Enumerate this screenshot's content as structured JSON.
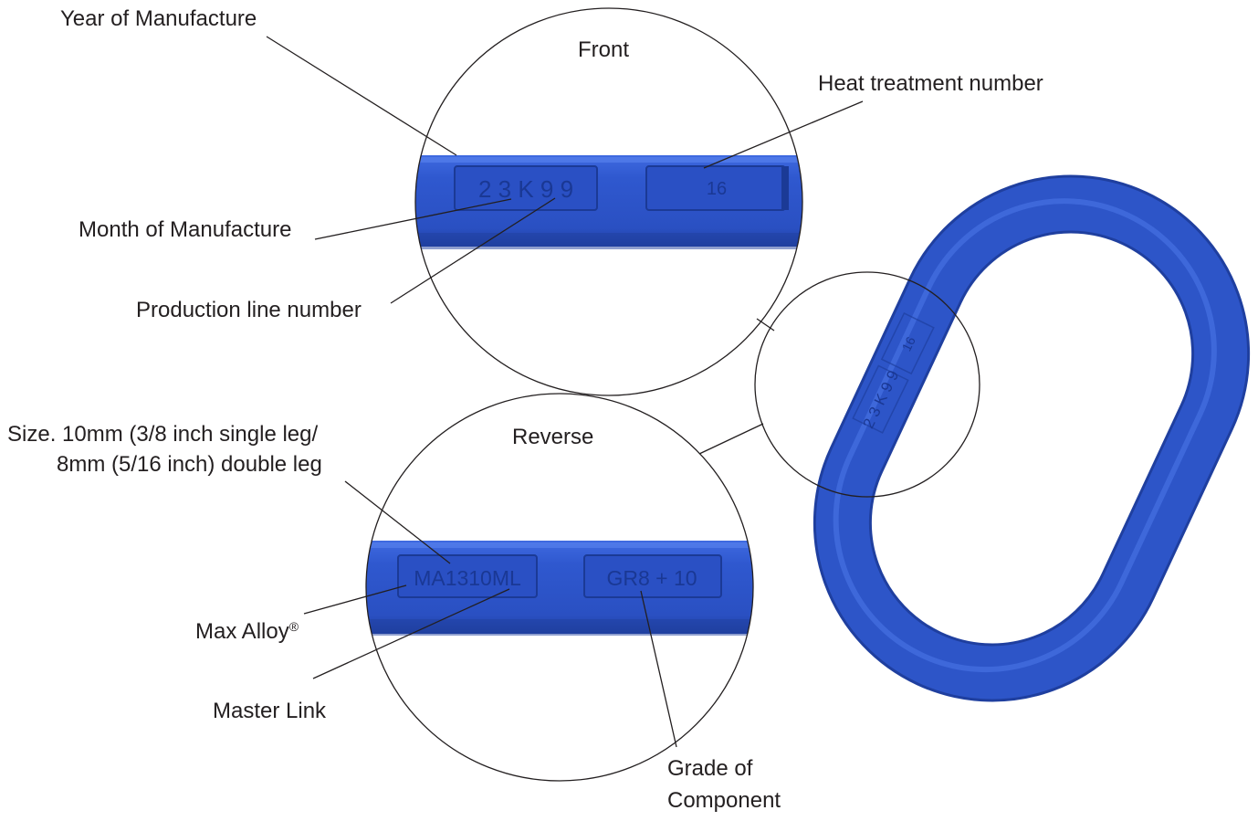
{
  "labels": {
    "year": "Year of Manufacture",
    "front": "Front",
    "heat": "Heat treatment number",
    "month": "Month of Manufacture",
    "production": "Production line number",
    "size_line1": "Size. 10mm (3/8 inch single leg/",
    "size_line2": "8mm (5/16 inch) double leg",
    "reverse": "Reverse",
    "max_alloy": "Max Alloy",
    "max_alloy_mark": "®",
    "master_link": "Master Link",
    "grade_line1": "Grade of",
    "grade_line2": "Component"
  },
  "stamps": {
    "front_code": "2 3 K 9 9",
    "front_heat": "16",
    "reverse_code": "MA1310ML",
    "reverse_grade": "GR8 + 10"
  },
  "colors": {
    "link_blue": "#2d55c8",
    "link_dark": "#1e3e9e",
    "stamp_text": "#1a3894",
    "line": "#231f20",
    "text": "#231f20"
  }
}
